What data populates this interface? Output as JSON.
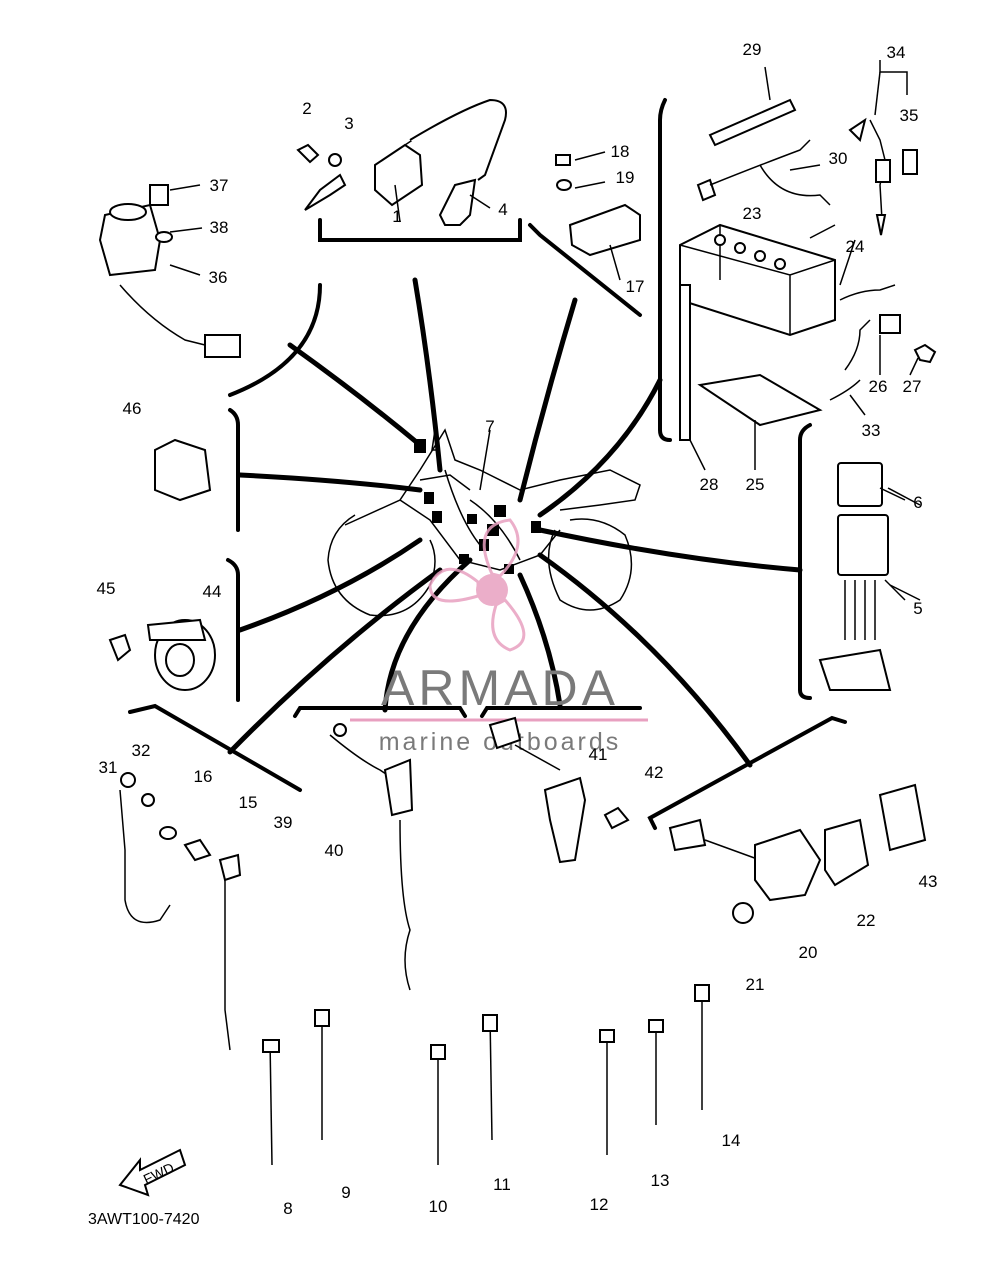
{
  "diagram": {
    "part_numbers": [
      "1",
      "2",
      "3",
      "4",
      "5",
      "6",
      "7",
      "8",
      "9",
      "10",
      "11",
      "12",
      "13",
      "14",
      "15",
      "16",
      "17",
      "18",
      "19",
      "20",
      "21",
      "22",
      "23",
      "24",
      "25",
      "26",
      "27",
      "28",
      "29",
      "30",
      "31",
      "32",
      "33",
      "34",
      "35",
      "36",
      "37",
      "38",
      "39",
      "40",
      "41",
      "42",
      "43",
      "44",
      "45",
      "46"
    ],
    "fwd_label": "FWD",
    "diagram_code": "3AWT100-7420"
  },
  "watermark": {
    "brand": "ARMADA",
    "tagline": "marine outboards",
    "accent_color": "#e8a0c0",
    "text_color": "#7a7a7a"
  }
}
